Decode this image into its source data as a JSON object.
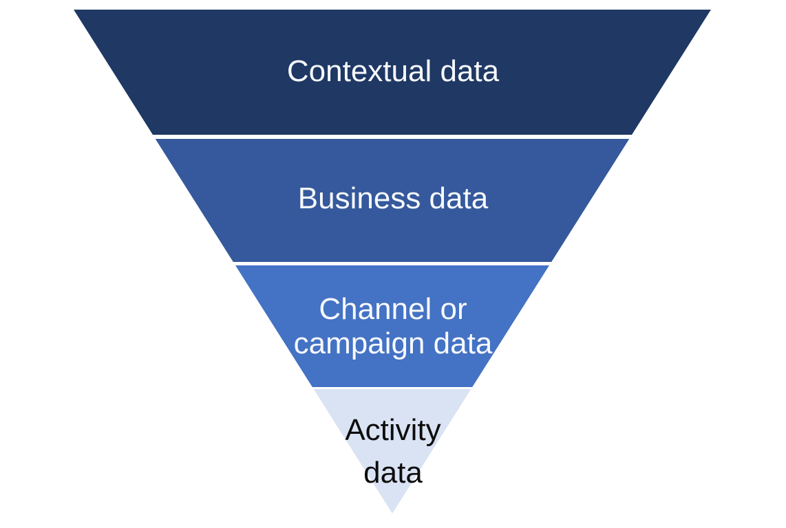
{
  "diagram": {
    "type": "inverted-pyramid-funnel",
    "background_color": "#FFFFFF",
    "separator_color": "#FFFFFF",
    "layers": [
      {
        "label": "Contextual data",
        "color": "#1F3864",
        "text_color": "#F7F9FC",
        "level": 1
      },
      {
        "label": "Business data",
        "color": "#35599C",
        "text_color": "#F7F9FC",
        "level": 2
      },
      {
        "label": "Channel or\ncampaign data",
        "color": "#4472C4",
        "text_color": "#F7F9FC",
        "level": 3
      },
      {
        "label": "Activity\ndata",
        "color": "#DAE3F3",
        "text_color": "#0D0D0D",
        "level": 4
      }
    ]
  }
}
